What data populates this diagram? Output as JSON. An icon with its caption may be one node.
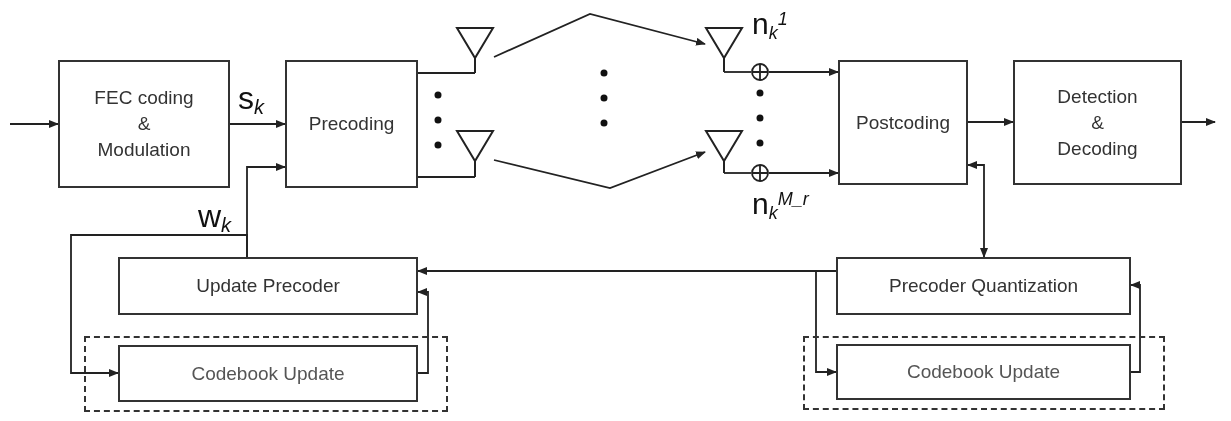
{
  "diagram": {
    "nodes": [
      {
        "text": [
          "FEC coding & Modulation"
        ]
      },
      {
        "text": [
          "Precoding"
        ]
      },
      {
        "text": [],
        "shape": "antenna"
      },
      {
        "text": [],
        "shape": "antenna"
      },
      {
        "text": [],
        "shape": "antenna"
      },
      {
        "text": [],
        "shape": "circle"
      },
      {
        "text": [],
        "shape": "antenna"
      },
      {
        "text": [],
        "shape": "circle"
      },
      {
        "text": [
          "Postcoding"
        ]
      },
      {
        "text": [
          "Detection & Decoding"
        ]
      },
      {
        "text": [
          "Update Precoder"
        ]
      },
      {
        "text": [],
        "shape": "box"
      },
      {
        "text": [
          "Codebook Update"
        ],
        "in": 11
      },
      {
        "text": [
          "Precoder Quantization"
        ]
      },
      {
        "text": [],
        "shape": "box"
      },
      {
        "text": [
          "Codebook Update"
        ],
        "in": 14
      }
    ],
    "edges": [
      {
        "from": null,
        "to": 0,
        "arrow": "to"
      },
      {
        "from": 0,
        "to": 1,
        "arrow": "to",
        "label": "s$_{k}$"
      },
      {
        "from": 1,
        "to": 2,
        "arrow": "none"
      },
      {
        "from": 1,
        "to": 3,
        "arrow": "none"
      },
      {
        "from": 2,
        "to": 4,
        "arrow": "to"
      },
      {
        "from": 3,
        "to": 6,
        "arrow": "to"
      },
      {
        "from": 4,
        "to": 5,
        "arrow": "none"
      },
      {
        "from": 6,
        "to": 7,
        "arrow": "none"
      },
      {
        "from": 5,
        "to": 8,
        "arrow": "to"
      },
      {
        "from": 7,
        "to": 8,
        "arrow": "to"
      },
      {
        "from": 8,
        "to": 9,
        "arrow": "to"
      },
      {
        "from": 9,
        "to": null,
        "arrow": "to"
      },
      {
        "from": 8,
        "to": 13,
        "arrow": "both"
      },
      {
        "from": 13,
        "to": 10,
        "arrow": "to"
      },
      {
        "from": 13,
        "to": 15,
        "arrow": "to"
      },
      {
        "from": 15,
        "to": 13,
        "arrow": "to"
      },
      {
        "from": 10,
        "to": 1,
        "arrow": "to",
        "label": "w$_{k}$"
      },
      {
        "from": 10,
        "to": 12,
        "arrow": "to"
      },
      {
        "from": 12,
        "to": 10,
        "arrow": "to"
      }
    ],
    "labels": [
      "n$_{k}$$^{1}$",
      "n$_{k}$$^{M_r}$"
    ]
  }
}
